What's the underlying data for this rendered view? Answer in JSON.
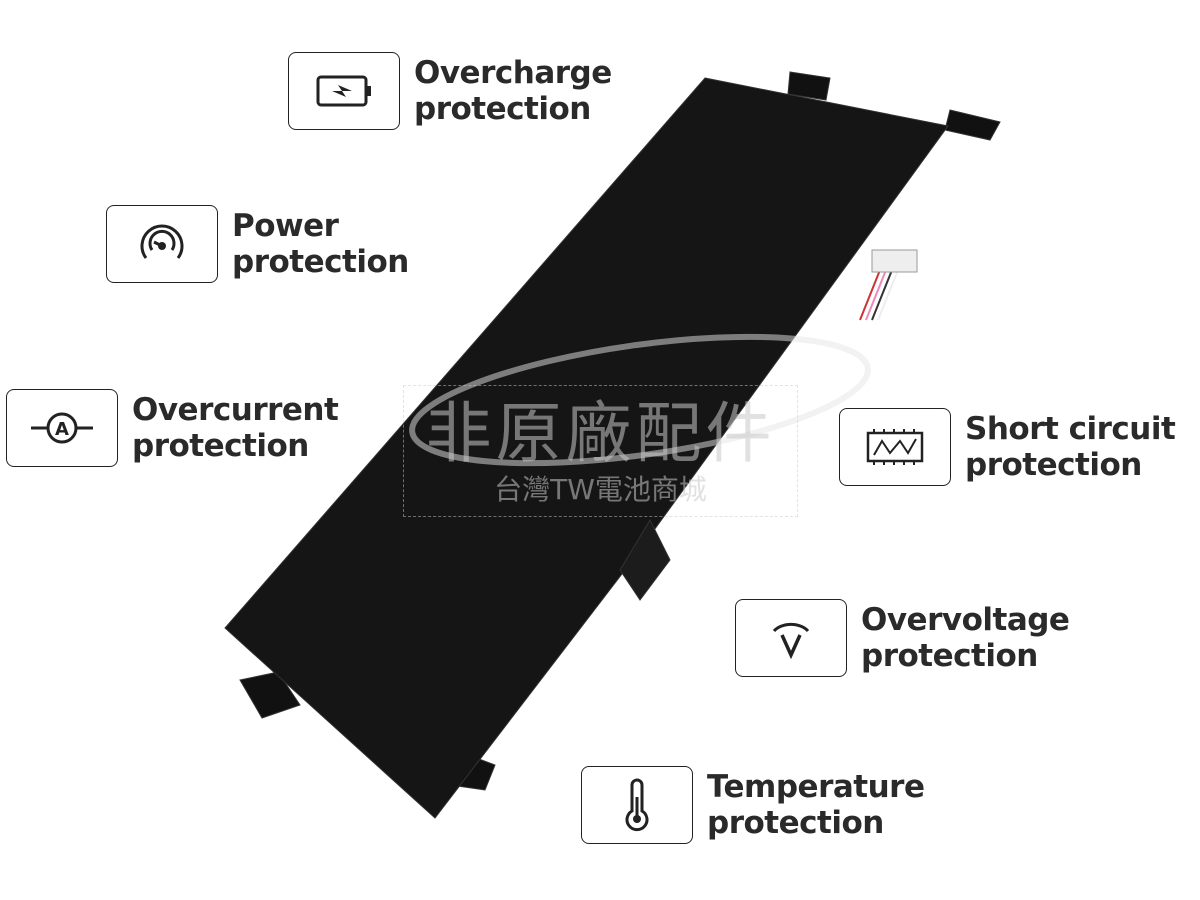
{
  "features": [
    {
      "label1": "Overcharge",
      "label2": "protection",
      "icon": "battery-charge-icon"
    },
    {
      "label1": "Power",
      "label2": "protection",
      "icon": "gauge-icon"
    },
    {
      "label1": "Overcurrent",
      "label2": "protection",
      "icon": "ammeter-icon"
    },
    {
      "label1": "Short circuit",
      "label2": "protection",
      "icon": "circuit-board-icon"
    },
    {
      "label1": "Overvoltage",
      "label2": "protection",
      "icon": "voltage-icon"
    },
    {
      "label1": "Temperature",
      "label2": "protection",
      "icon": "thermometer-icon"
    }
  ],
  "watermark": {
    "line1": "非原廠配件",
    "line2": "台灣TW電池商城"
  }
}
